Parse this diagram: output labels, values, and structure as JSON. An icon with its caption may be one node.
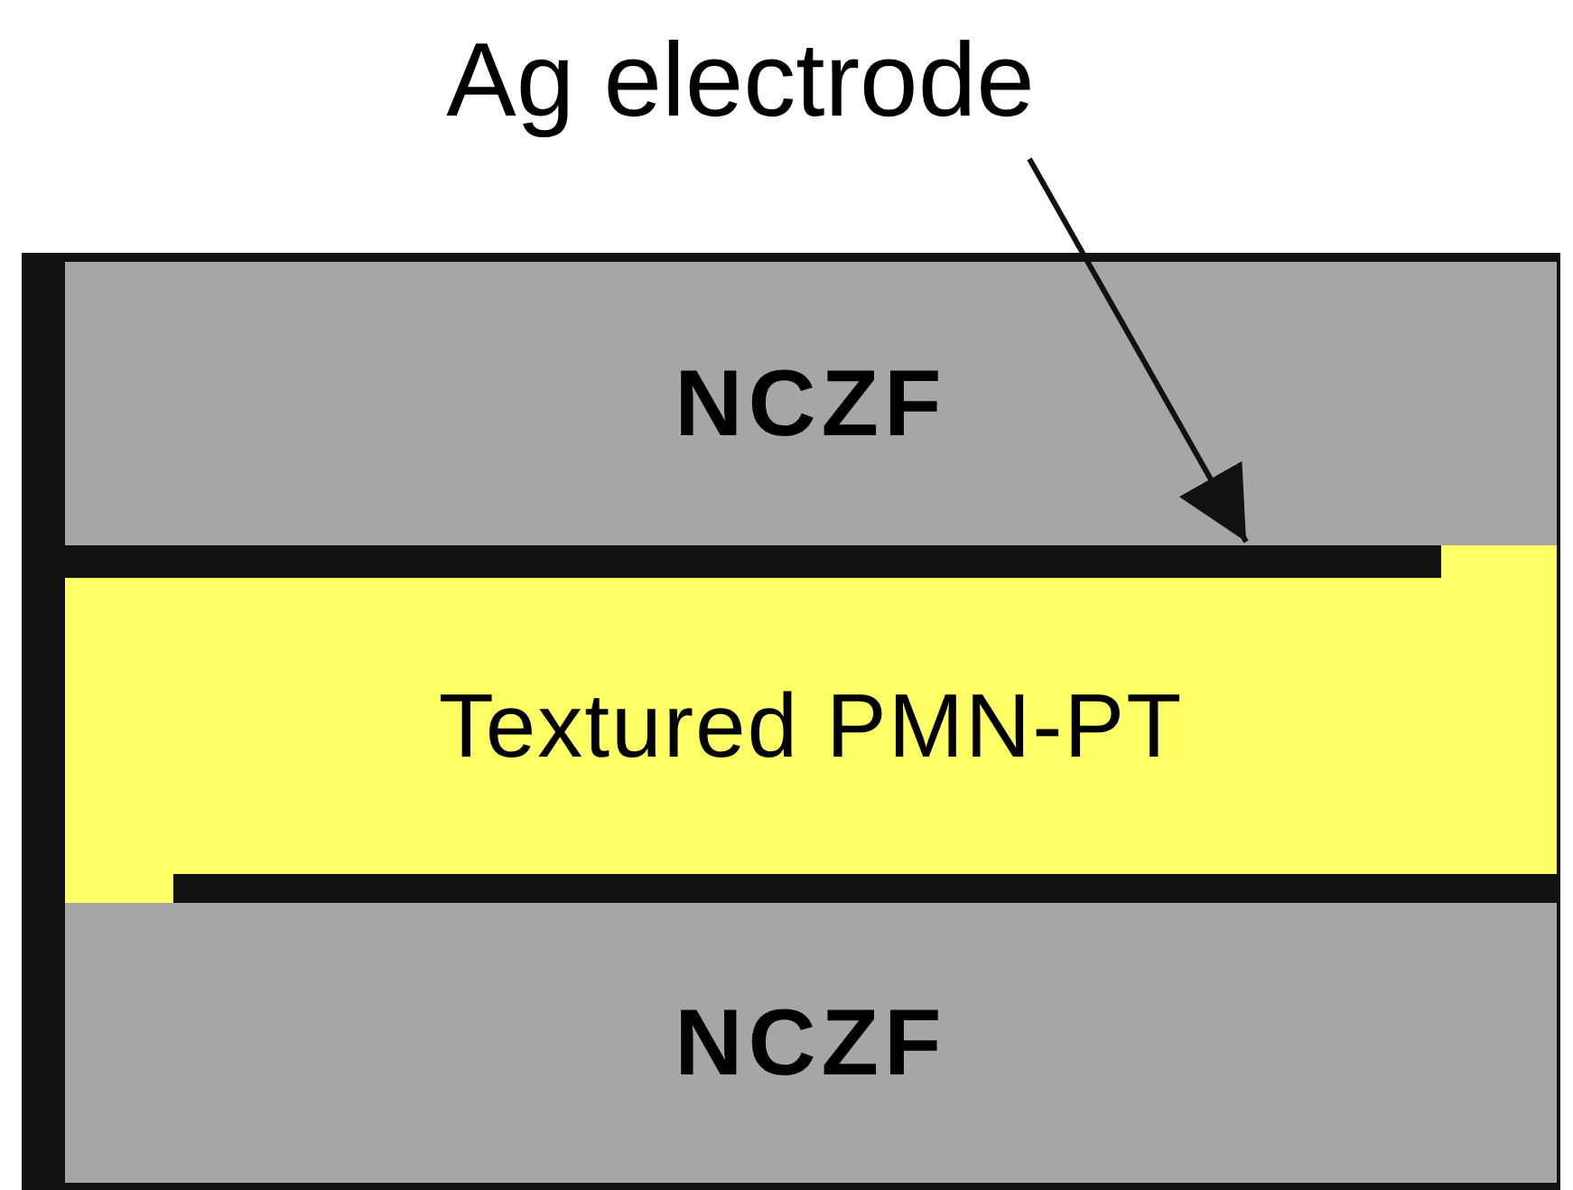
{
  "diagram": {
    "nodes": [
      {
        "text": [
          "Ag electrode"
        ]
      },
      {
        "text": [
          "NCZF"
        ]
      },
      {
        "text": [],
        "shape": "bar"
      },
      {
        "text": [
          "Textured PMN-PT"
        ]
      },
      {
        "text": [],
        "shape": "bar"
      },
      {
        "text": [
          "NCZF"
        ]
      }
    ],
    "edges": [
      {
        "from": 0,
        "to": 2,
        "arrow": "to"
      }
    ]
  }
}
